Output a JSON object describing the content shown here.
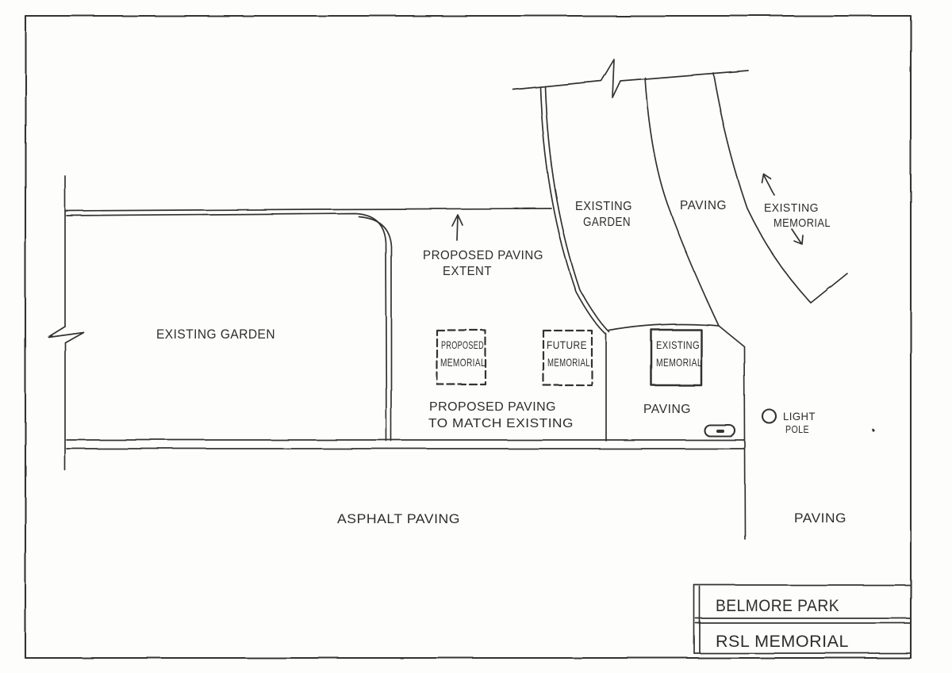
{
  "drawing": {
    "type": "hand-drawn site plan sketch",
    "colors": {
      "ink": "#333231",
      "paper": "#fdfdfc"
    },
    "title_block": {
      "line1": "BELMORE PARK",
      "line2": "RSL MEMORIAL"
    },
    "labels": {
      "existing_garden_left": "EXISTING GARDEN",
      "proposed_paving_extent_l1": "PROPOSED PAVING",
      "proposed_paving_extent_l2": "EXTENT",
      "band_existing_garden_l1": "EXISTING",
      "band_existing_garden_l2": "GARDEN",
      "band_paving": "PAVING",
      "band_existing_memorial_l1": "EXISTING",
      "band_existing_memorial_l2": "MEMORIAL",
      "proposed_memorial_l1": "PROPOSED",
      "proposed_memorial_l2": "MEMORIAL",
      "future_memorial_l1": "FUTURE",
      "future_memorial_l2": "MEMORIAL",
      "existing_memorial_box_l1": "EXISTING",
      "existing_memorial_box_l2": "MEMORIAL",
      "proposed_paving_match_l1": "PROPOSED PAVING",
      "proposed_paving_match_l2": "TO MATCH EXISTING",
      "paving_mid": "PAVING",
      "light_pole_l1": "LIGHT",
      "light_pole_l2": "POLE",
      "asphalt_paving": "ASPHALT PAVING",
      "paving_right": "PAVING"
    },
    "icons": [
      "bench-icon",
      "light-pole-icon",
      "break-line-icon",
      "arrow-up-icon",
      "arrow-down-icon"
    ]
  }
}
